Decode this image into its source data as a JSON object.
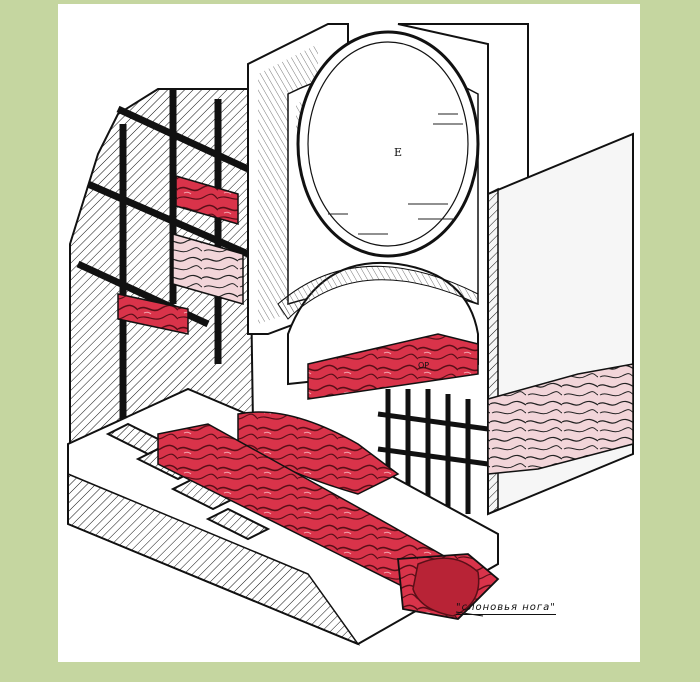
{
  "labels": {
    "upper_shield": "E",
    "reactor_section": "OP",
    "elephant_foot": "\"слоновья нога\""
  },
  "colors": {
    "background": "#c5d6a0",
    "sheet": "#ffffff",
    "corium": "#d9334a",
    "corium_dark": "#8e1b2a",
    "line": "#111111",
    "shade": "#9a9a9a"
  }
}
